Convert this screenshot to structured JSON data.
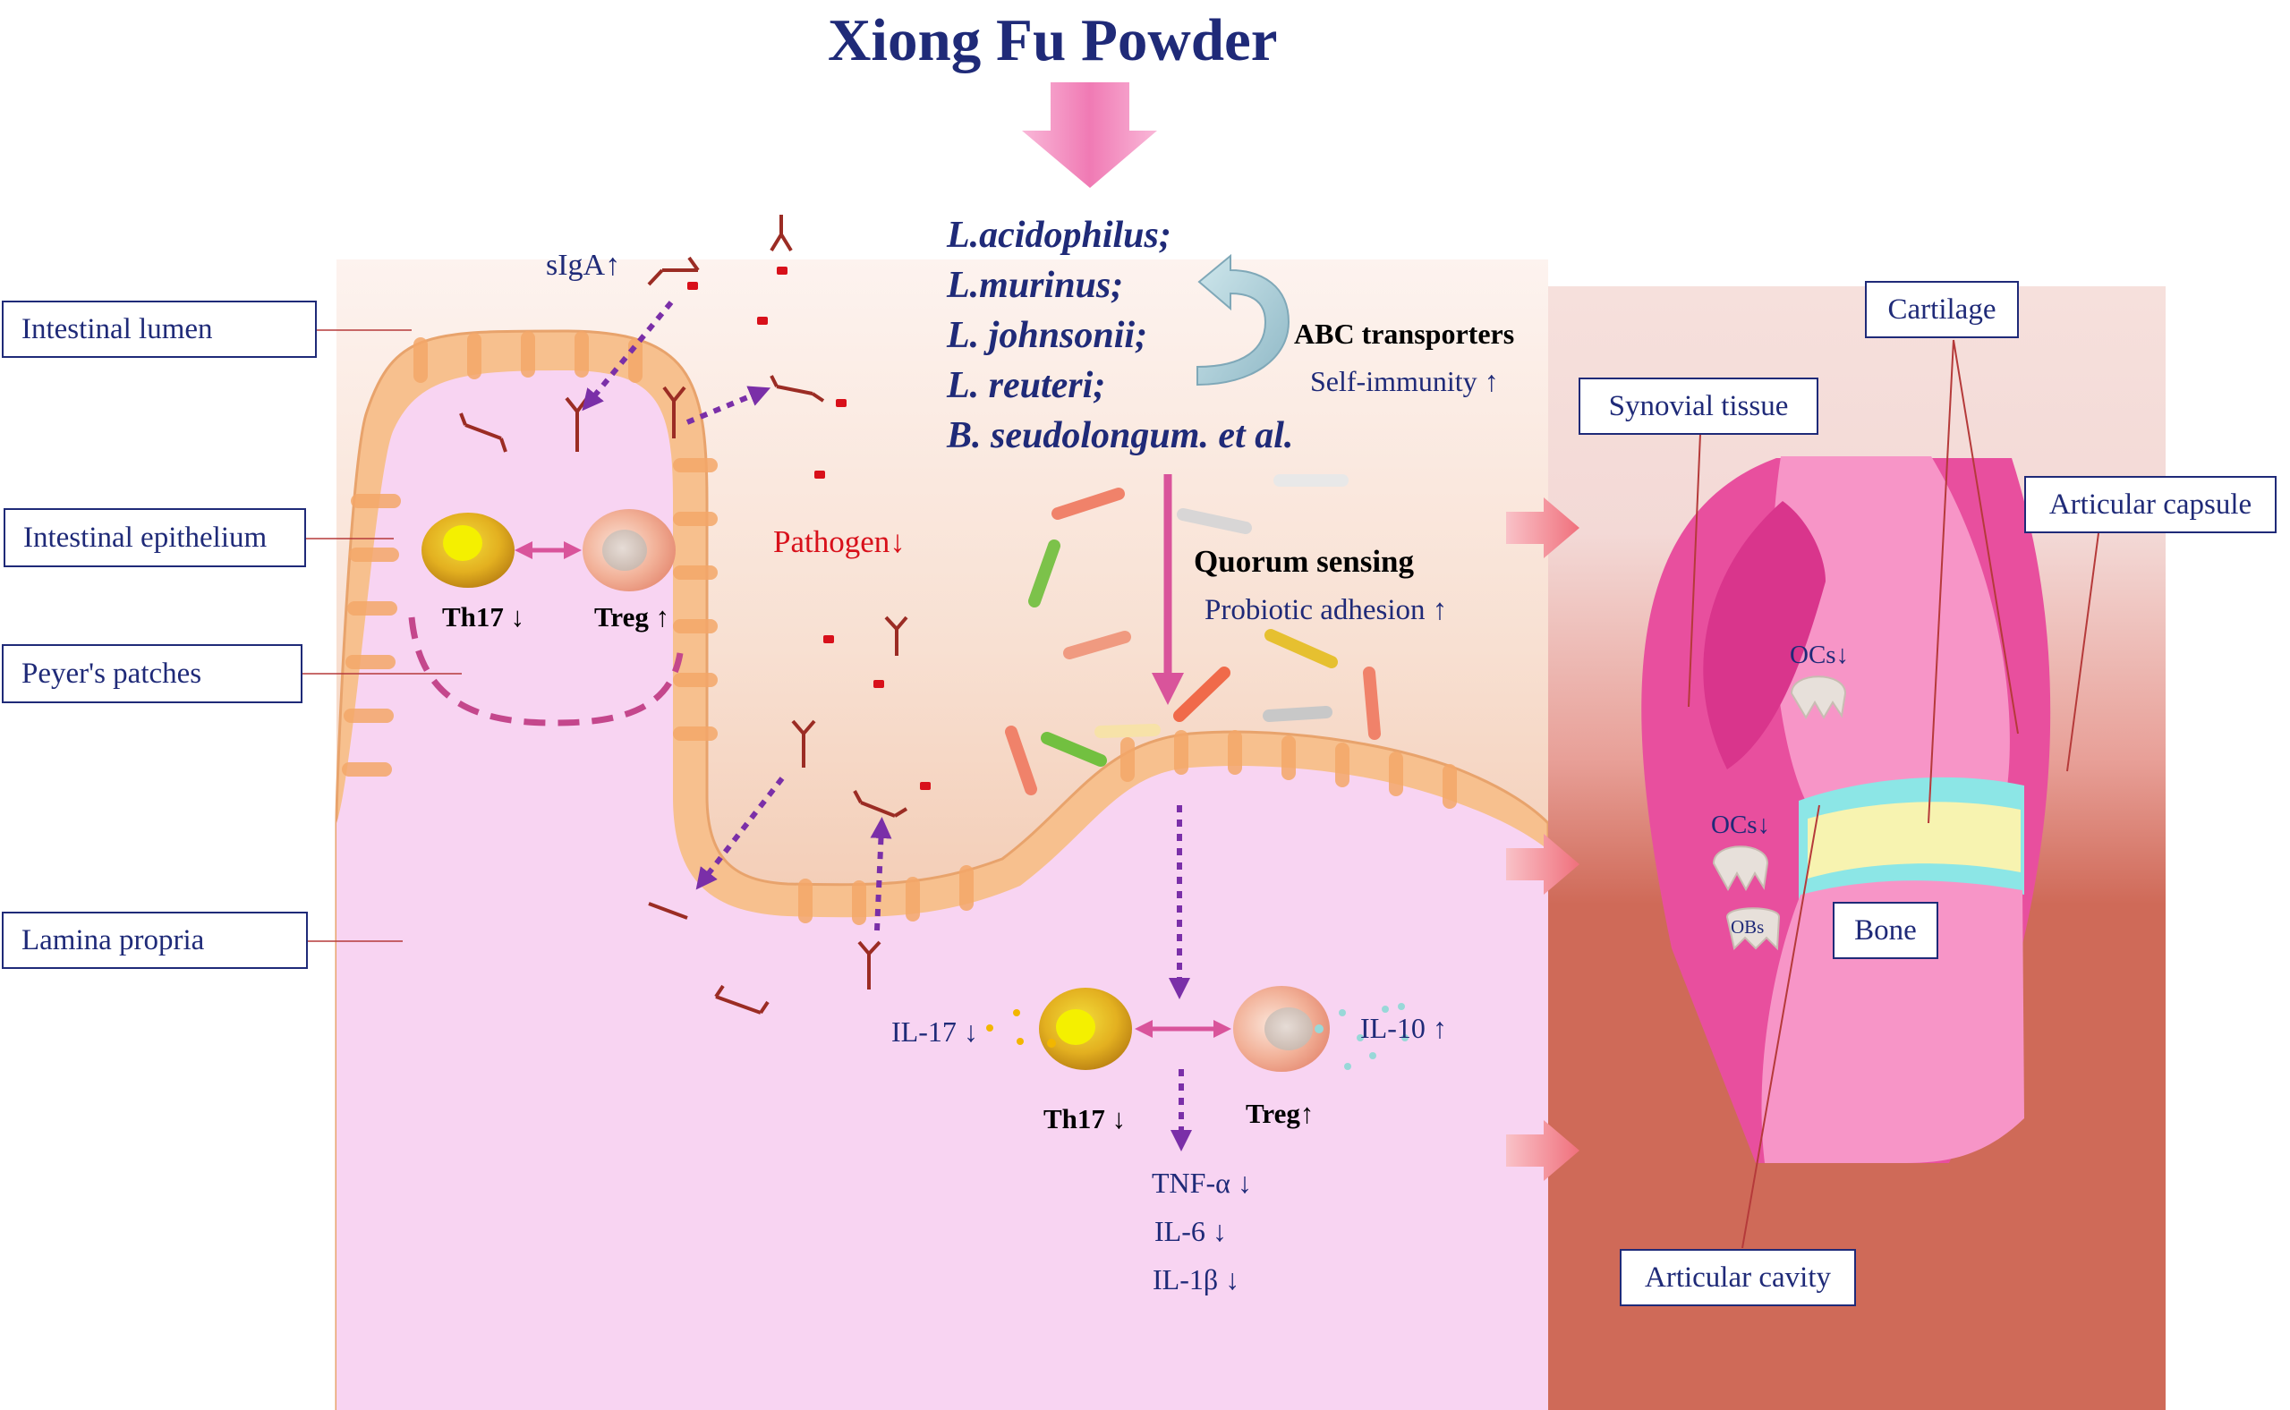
{
  "title": "Xiong Fu Powder",
  "species": [
    "L.acidophilus;",
    "L.murinus;",
    "L. johnsonii;",
    "L. reuteri;",
    "B. seudolongum. et al."
  ],
  "mechanisms": {
    "abc_transporters": "ABC transporters",
    "self_immunity": "Self-immunity ↑",
    "quorum_sensing": "Quorum sensing",
    "probiotic_adhesion": "Probiotic adhesion ↑"
  },
  "gut_labels": {
    "intestinal_lumen": "Intestinal lumen",
    "intestinal_epithelium": "Intestinal epithelium",
    "peyers_patches": "Peyer's patches",
    "lamina_propria": "Lamina propria"
  },
  "immune": {
    "siga": "sIgA↑",
    "pathogen": "Pathogen↓",
    "th17_patch": "Th17 ↓",
    "treg_patch": "Treg ↑",
    "il17": "IL-17 ↓",
    "il10": "IL-10 ↑",
    "th17_lp": "Th17 ↓",
    "treg_lp": "Treg↑",
    "cytokines": [
      "TNF-α ↓",
      "IL-6 ↓",
      "IL-1β ↓"
    ]
  },
  "joint_labels": {
    "cartilage": "Cartilage",
    "synovial_tissue": "Synovial tissue",
    "articular_capsule": "Articular capsule",
    "bone": "Bone",
    "articular_cavity": "Articular cavity",
    "ocs_top": "OCs↓",
    "ocs_bottom": "OCs↓",
    "obs": "OBs"
  },
  "colors": {
    "navy_text": "#1f2a78",
    "pathogen_red": "#d8101a",
    "lamina_pink": "#f8d4f2",
    "epithelium_orange": "#f7c08e",
    "joint_pink": "#e84f9e",
    "joint_background": "#cf6a58",
    "arrow_purple": "#7a2fa8"
  }
}
